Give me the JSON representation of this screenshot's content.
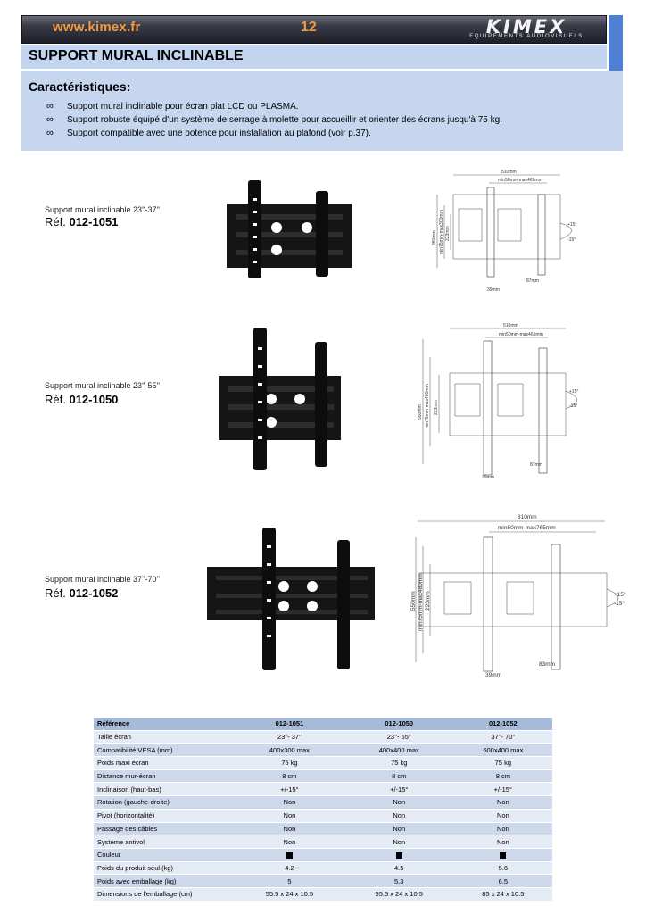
{
  "header": {
    "url": "www.kimex.fr",
    "page_number": "12",
    "logo": "KIMEX",
    "logo_tagline": "EQUIPEMENTS AUDIOVISUELS",
    "accent_color": "#f39a3c"
  },
  "title": "SUPPORT MURAL INCLINABLE",
  "features": {
    "heading": "Caractéristiques:",
    "items": [
      "Support mural inclinable pour écran plat LCD ou PLASMA.",
      "Support robuste équipé d'un système de serrage à molette pour accueillir et orienter des écrans jusqu'à 75 kg.",
      "Support compatible avec une potence pour installation au plafond (voir p.37)."
    ],
    "bullet": "∞"
  },
  "products": [
    {
      "caption": "Support mural inclinable  23''-37''",
      "ref_label": "Réf.",
      "ref": "012-1051",
      "dims": {
        "width": "510mm",
        "range": "min50mm-max465mm",
        "height": "380mm",
        "vrange": "min75mm-max300mm",
        "plate": "223mm",
        "depth": "39mm",
        "arm": "87mm",
        "tilt_up": "+15°",
        "tilt_down": "-15°"
      }
    },
    {
      "caption": "Support mural inclinable 23''-55''",
      "ref_label": "Réf.",
      "ref": "012-1050",
      "dims": {
        "width": "510mm",
        "range": "min50mm-max465mm",
        "height": "550mm",
        "vrange": "min75mm-max480mm",
        "plate": "223mm",
        "depth": "39mm",
        "arm": "87mm",
        "tilt_up": "+15°",
        "tilt_down": "-15°"
      }
    },
    {
      "caption": "Support mural inclinable 37''-70''",
      "ref_label": "Réf.",
      "ref": "012-1052",
      "dims": {
        "width": "810mm",
        "range": "min50mm-max765mm",
        "height": "550mm",
        "vrange": "min75mm-max480mm",
        "plate": "223mm",
        "depth": "39mm",
        "arm": "83mm",
        "tilt_up": "+15°",
        "tilt_down": "-15°"
      }
    }
  ],
  "table": {
    "headers": [
      "Référence",
      "012-1051",
      "012-1050",
      "012-1052"
    ],
    "rows": [
      [
        "Taille écran",
        "23''- 37''",
        "23''- 55''",
        "37''- 70''"
      ],
      [
        "Compatibilité VESA (mm)",
        "400x300 max",
        "400x400 max",
        "600x400 max"
      ],
      [
        "Poids maxi écran",
        "75 kg",
        "75 kg",
        "75 kg"
      ],
      [
        "Distance mur-écran",
        "8 cm",
        "8 cm",
        "8 cm"
      ],
      [
        "Inclinaison (haut-bas)",
        "+/-15°",
        "+/-15°",
        "+/-15°"
      ],
      [
        "Rotation (gauche-droite)",
        "Non",
        "Non",
        "Non"
      ],
      [
        "Pivot (horizontalité)",
        "Non",
        "Non",
        "Non"
      ],
      [
        "Passage des câbles",
        "Non",
        "Non",
        "Non"
      ],
      [
        "Système antivol",
        "Non",
        "Non",
        "Non"
      ],
      [
        "Couleur",
        "■",
        "■",
        "■"
      ],
      [
        "Poids du produit seul (kg)",
        "4.2",
        "4.5",
        "5.6"
      ],
      [
        "Poids avec emballage (kg)",
        "5",
        "5.3",
        "6.5"
      ],
      [
        "Dimensions de l'emballage (cm)",
        "55.5 x 24 x 10.5",
        "55.5 x 24 x 10.5",
        "85 x 24 x 10.5"
      ]
    ]
  }
}
